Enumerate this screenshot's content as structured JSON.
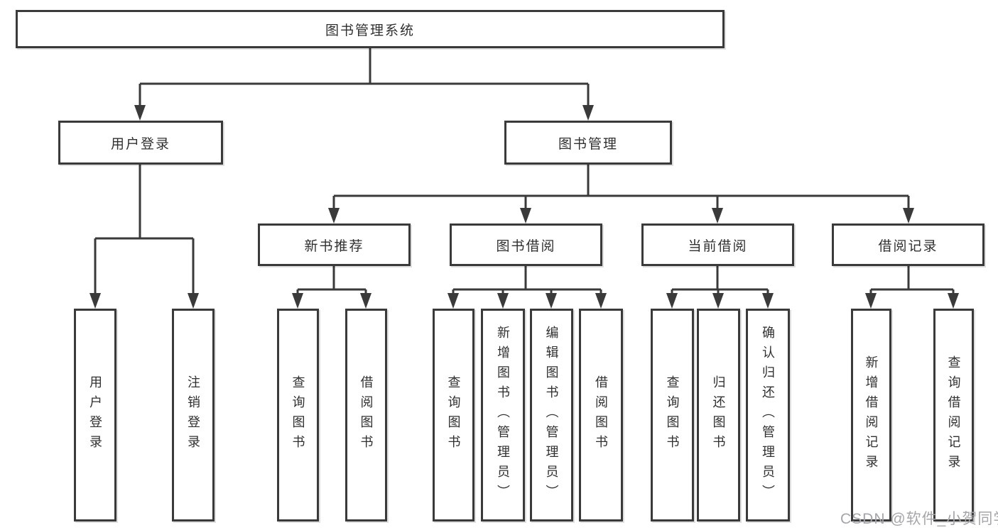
{
  "diagram": {
    "nodes": {
      "root": "图书管理系统",
      "user_login": "用户登录",
      "book_mgmt": "图书管理",
      "new_book_rec": "新书推荐",
      "book_borrow": "图书借阅",
      "current_borrow": "当前借阅",
      "borrow_record": "借阅记录",
      "user_login_children": [
        "用户登录",
        "注销登录"
      ],
      "new_book_rec_children": [
        "查询图书",
        "借阅图书"
      ],
      "book_borrow_children": [
        "查询图书",
        "新增图书（管理员）",
        "编辑图书（管理员）",
        "借阅图书"
      ],
      "current_borrow_children": [
        "查询图书",
        "归还图书",
        "确认归还（管理员）"
      ],
      "borrow_record_children": [
        "新增借阅记录",
        "查询借阅记录"
      ]
    },
    "line_color": "#3a3a3a",
    "text_color": "#303030",
    "watermark_color": "#a6a6aa"
  },
  "watermark": "CSDN @软件_小贺同学"
}
